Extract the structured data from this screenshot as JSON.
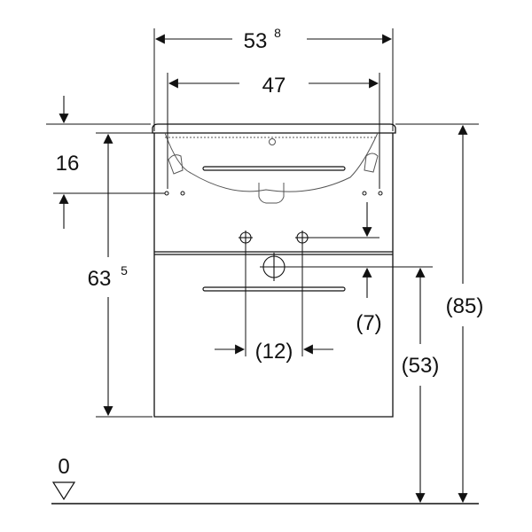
{
  "diagram": {
    "dims": {
      "outer_width_main": "53",
      "outer_width_sup": "8",
      "inner_width": "47",
      "top_offset": "16",
      "height_main": "63",
      "height_sup": "5",
      "overall_height": "(85)",
      "drawer_height": "(53)",
      "drain_offset": "(7)",
      "hole_spacing": "(12)",
      "floor_level": "0"
    },
    "colors": {
      "line": "#111111",
      "hidden_line": "#444444",
      "background": "#ffffff"
    }
  }
}
